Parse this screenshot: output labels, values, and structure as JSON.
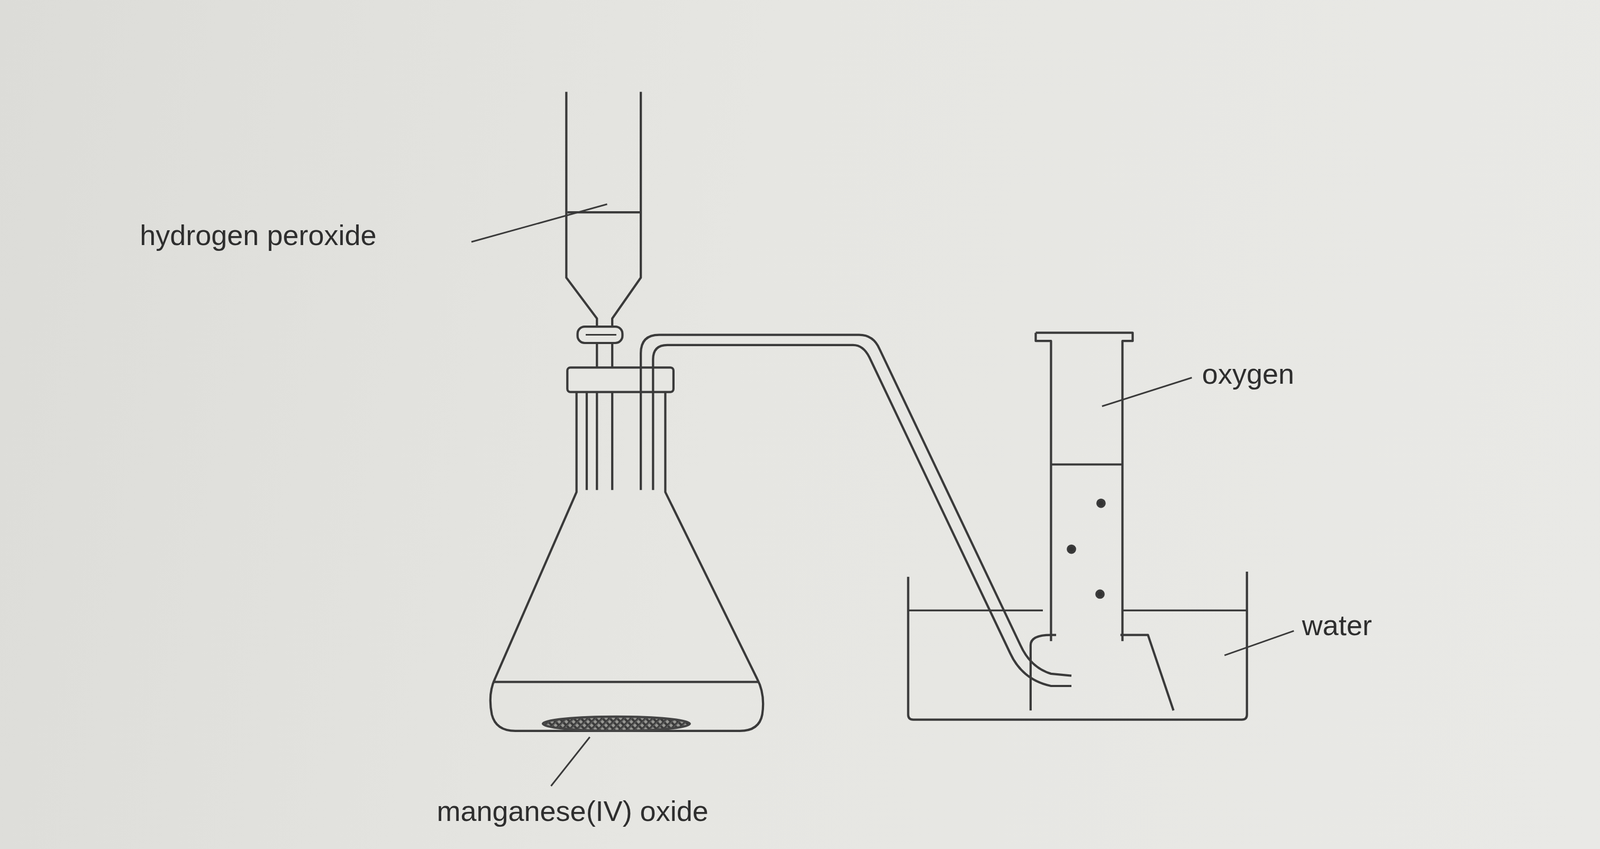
{
  "diagram": {
    "labels": [
      "hydrogen peroxide",
      "oxygen",
      "water",
      "manganese(IV) oxide"
    ]
  }
}
